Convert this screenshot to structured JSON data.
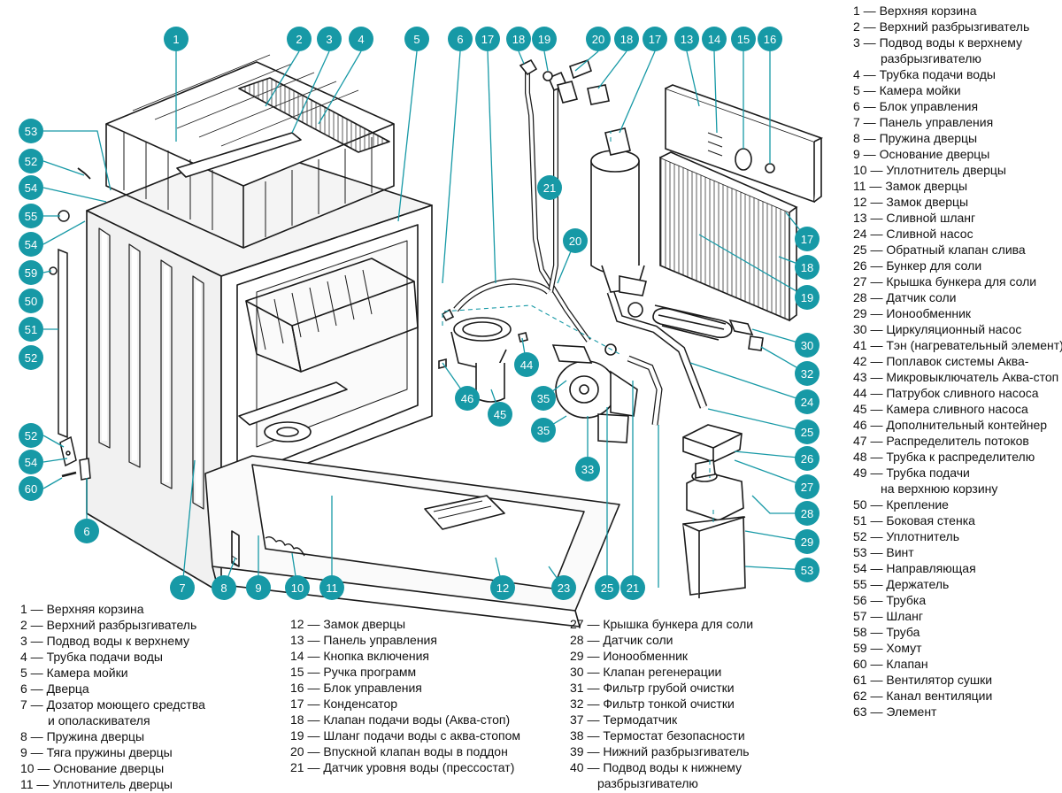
{
  "colors": {
    "callout_fill": "#1799a6",
    "callout_text": "#ffffff",
    "line": "#1799a6",
    "drawing": "#1a1a1a"
  },
  "callouts": [
    "1",
    "2",
    "3",
    "4",
    "5",
    "6",
    "17",
    "18",
    "19",
    "20",
    "18",
    "17",
    "13",
    "14",
    "15",
    "16",
    "53",
    "52",
    "54",
    "55",
    "54",
    "59",
    "50",
    "51",
    "52",
    "21",
    "20",
    "17",
    "18",
    "19",
    "30",
    "32",
    "44",
    "46",
    "45",
    "35",
    "35",
    "33",
    "24",
    "25",
    "26",
    "27",
    "28",
    "29",
    "53",
    "52",
    "54",
    "60",
    "6",
    "7",
    "8",
    "9",
    "10",
    "11",
    "12",
    "23",
    "25",
    "21"
  ],
  "legend_right": [
    [
      "1 — Верхняя корзина"
    ],
    [
      "2 — Верхний разбрызгиватель"
    ],
    [
      "3 — Подвод воды к верхнему",
      "разбрызгивателю"
    ],
    [
      "4 — Трубка подачи воды"
    ],
    [
      "5 — Камера мойки"
    ],
    [
      "6 — Блок управления"
    ],
    [
      "7 — Панель управления"
    ],
    [
      "8 — Пружина дверцы"
    ],
    [
      "9 — Основание дверцы"
    ],
    [
      "10 — Уплотнитель дверцы"
    ],
    [
      "11 —  Замок дверцы"
    ],
    [
      "12 — Замок дверцы"
    ],
    [
      "13 — Сливной шланг"
    ],
    [
      "24 — Сливной насос"
    ],
    [
      "25 — Обратный клапан слива"
    ],
    [
      "26 — Бункер для соли"
    ],
    [
      "27 — Крышка бункера для соли"
    ],
    [
      "28 — Датчик соли"
    ],
    [
      "29 — Ионообменник"
    ],
    [
      "30 — Циркуляционный насос"
    ],
    [
      "41 — Тэн (нагревательный элемент)"
    ],
    [
      "42 — Поплавок системы Аква-"
    ],
    [
      "43 — Микровыключатель Аква-стоп"
    ],
    [
      "44 — Патрубок сливного насоса"
    ],
    [
      "45 — Камера сливного насоса"
    ],
    [
      "46 — Дополнительный контейнер"
    ],
    [
      "47 — Распределитель потоков"
    ],
    [
      "48 — Трубка к распределителю"
    ],
    [
      "49 — Трубка подачи",
      "на верхнюю корзину"
    ],
    [
      "50 — Крепление"
    ],
    [
      "51 — Боковая стенка"
    ],
    [
      "52 — Уплотнитель"
    ],
    [
      "53 — Винт"
    ],
    [
      "54 — Направляющая"
    ],
    [
      "55 — Держатель"
    ],
    [
      "56 — Трубка"
    ],
    [
      "57 — Шланг"
    ],
    [
      "58 — Труба"
    ],
    [
      "59 — Хомут"
    ],
    [
      "60 — Клапан"
    ],
    [
      "61 — Вентилятор сушки"
    ],
    [
      "62 — Канал вентиляции"
    ],
    [
      "63 — Элемент"
    ]
  ],
  "legend_bottom_1": [
    [
      "1 — Верхняя корзина"
    ],
    [
      "2 — Верхний разбрызгиватель"
    ],
    [
      "3 — Подвод воды к верхнему"
    ],
    [
      "4 — Трубка подачи воды"
    ],
    [
      "5 — Камера мойки"
    ],
    [
      "6 — Дверца"
    ],
    [
      "7 — Дозатор моющего средства",
      "и ополаскивателя"
    ],
    [
      "8 — Пружина дверцы"
    ],
    [
      "9 — Тяга пружины дверцы"
    ],
    [
      "10 — Основание дверцы"
    ],
    [
      "11 — Уплотнитель дверцы"
    ]
  ],
  "legend_bottom_2": [
    [
      "12 — Замок дверцы"
    ],
    [
      "13 — Панель управления"
    ],
    [
      "14 — Кнопка включения"
    ],
    [
      "15 — Ручка программ"
    ],
    [
      "16 — Блок управления"
    ],
    [
      "17 — Конденсатор"
    ],
    [
      "18 — Клапан подачи воды (Аква-стоп)"
    ],
    [
      "19 — Шланг подачи воды с аква-стопом"
    ],
    [
      "20 — Впускной клапан воды в поддон"
    ],
    [
      "21 — Датчик уровня воды (прессостат)"
    ]
  ],
  "legend_bottom_3": [
    [
      "27 — Крышка бункера для соли"
    ],
    [
      "28 — Датчик соли"
    ],
    [
      "29 — Ионообменник"
    ],
    [
      "30 — Клапан регенерации"
    ],
    [
      "31 — Фильтр грубой очистки"
    ],
    [
      "32 — Фильтр тонкой очистки"
    ],
    [
      "37 — Термодатчик"
    ],
    [
      "38 — Термостат безопасности"
    ],
    [
      "39 — Нижний разбрызгиватель"
    ],
    [
      "40 — Подвод воды к нижнему",
      "разбрызгивателю"
    ]
  ]
}
